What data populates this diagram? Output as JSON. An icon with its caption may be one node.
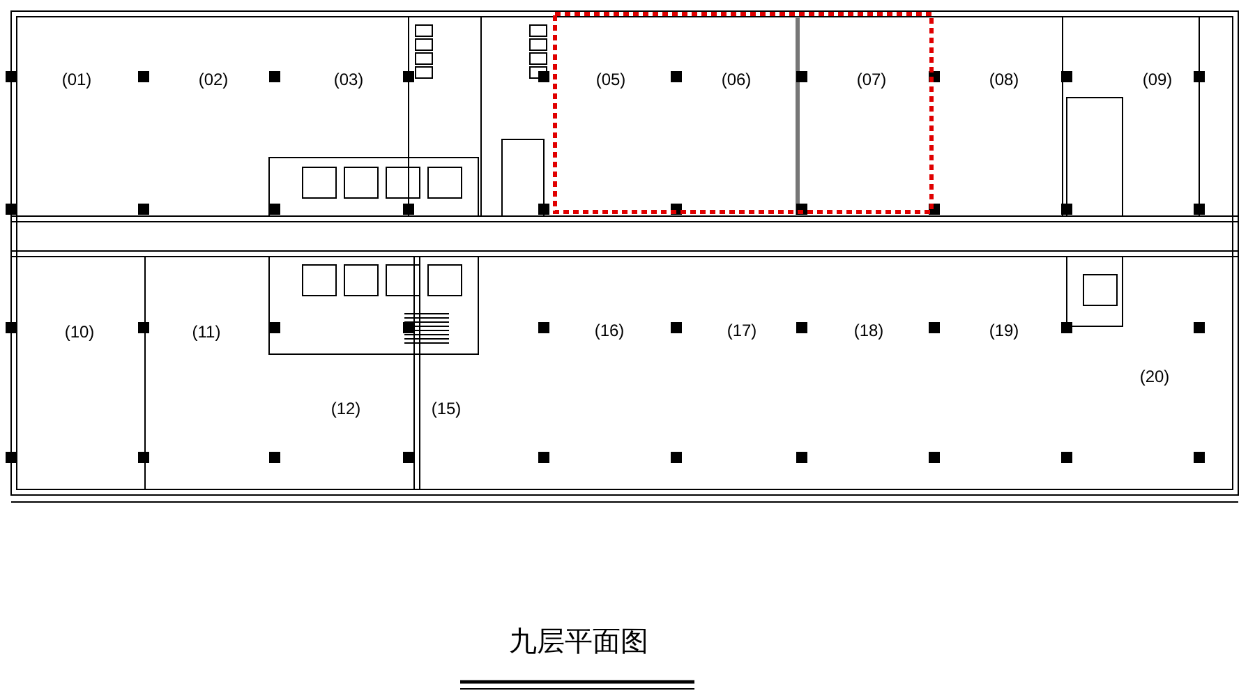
{
  "diagram": {
    "title": "九层平面图",
    "labels": [
      "(01)",
      "(02)",
      "(03)",
      "(05)",
      "(06)",
      "(07)",
      "(08)",
      "(09)",
      "(10)",
      "(11)",
      "(16)",
      "(17)",
      "(18)",
      "(19)",
      "(20)",
      "(12)",
      "(15)"
    ]
  }
}
